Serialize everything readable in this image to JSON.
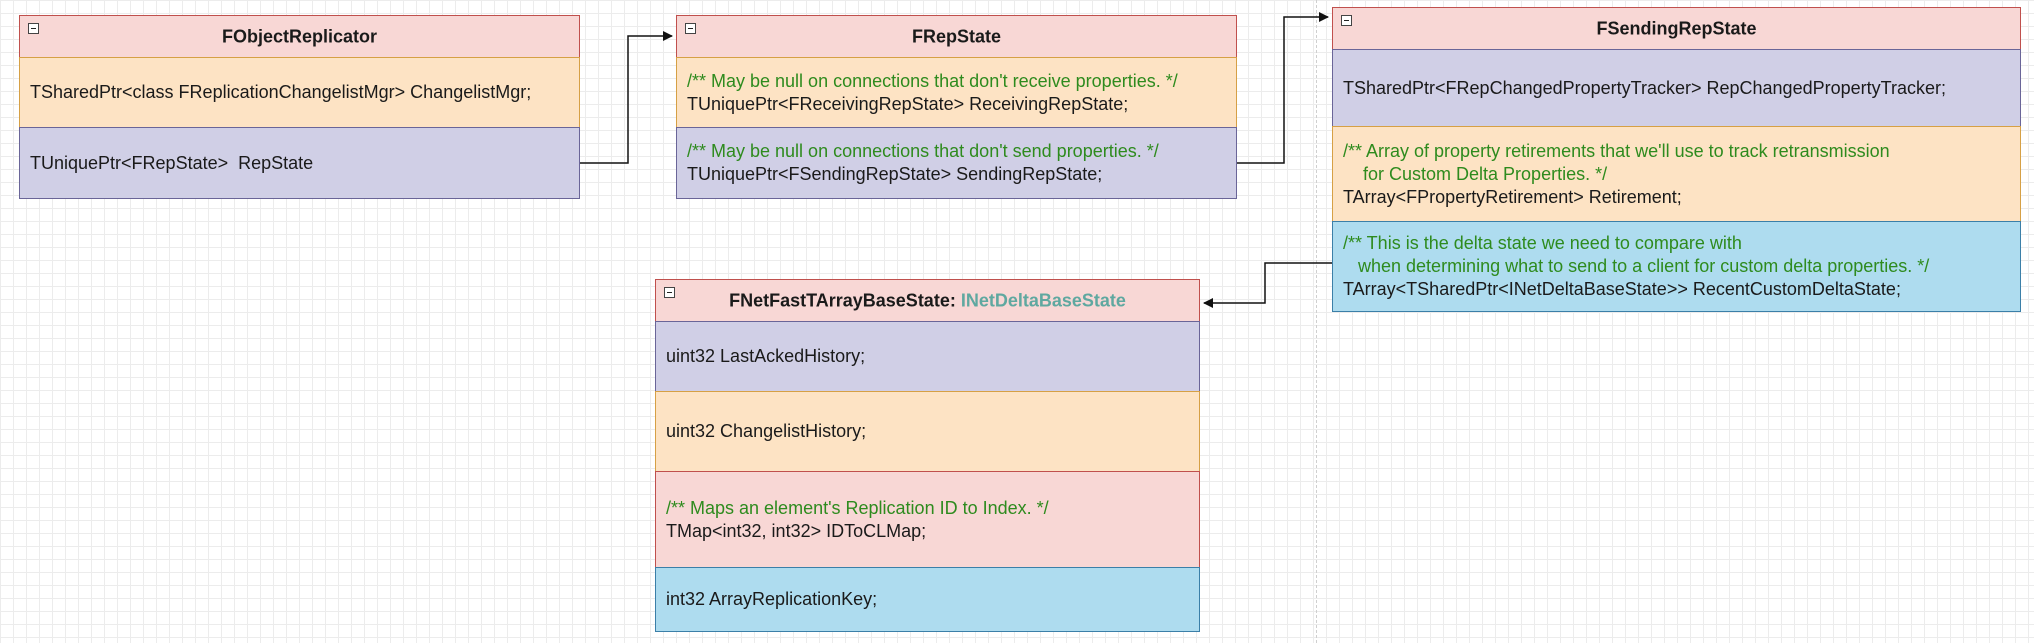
{
  "boxes": {
    "object_replicator": {
      "title": "FObjectReplicator",
      "rows": [
        {
          "code": "TSharedPtr<class FReplicationChangelistMgr> ChangelistMgr;"
        },
        {
          "code": "TUniquePtr<FRepState>  RepState"
        }
      ]
    },
    "rep_state": {
      "title": "FRepState",
      "rows": [
        {
          "comment": "/** May be null on connections that don't receive properties. */",
          "code": "TUniquePtr<FReceivingRepState> ReceivingRepState;"
        },
        {
          "comment": "/** May be null on connections that don't send properties. */",
          "code": "TUniquePtr<FSendingRepState> SendingRepState;"
        }
      ]
    },
    "sending_rep_state": {
      "title": "FSendingRepState",
      "rows": [
        {
          "code": "TSharedPtr<FRepChangedPropertyTracker> RepChangedPropertyTracker;"
        },
        {
          "comment_lines": [
            "/** Array of property retirements that we'll use to track retransmission",
            "    for Custom Delta Properties. */"
          ],
          "code": "TArray<FPropertyRetirement> Retirement;"
        },
        {
          "comment_lines": [
            "/** This is the delta state we need to compare with",
            "   when determining what to send to a client for custom delta properties. */"
          ],
          "code": "TArray<TSharedPtr<INetDeltaBaseState>> RecentCustomDeltaState;"
        }
      ]
    },
    "fast_tarray_state": {
      "title": "FNetFastTArrayBaseState: ",
      "base": "INetDeltaBaseState",
      "rows": [
        {
          "code": "uint32 LastAckedHistory;"
        },
        {
          "code": "uint32 ChangelistHistory;"
        },
        {
          "comment": "/** Maps an element's Replication ID to Index. */",
          "code": "TMap<int32, int32> IDToCLMap;"
        },
        {
          "code": "int32 ArrayReplicationKey;"
        }
      ]
    }
  }
}
